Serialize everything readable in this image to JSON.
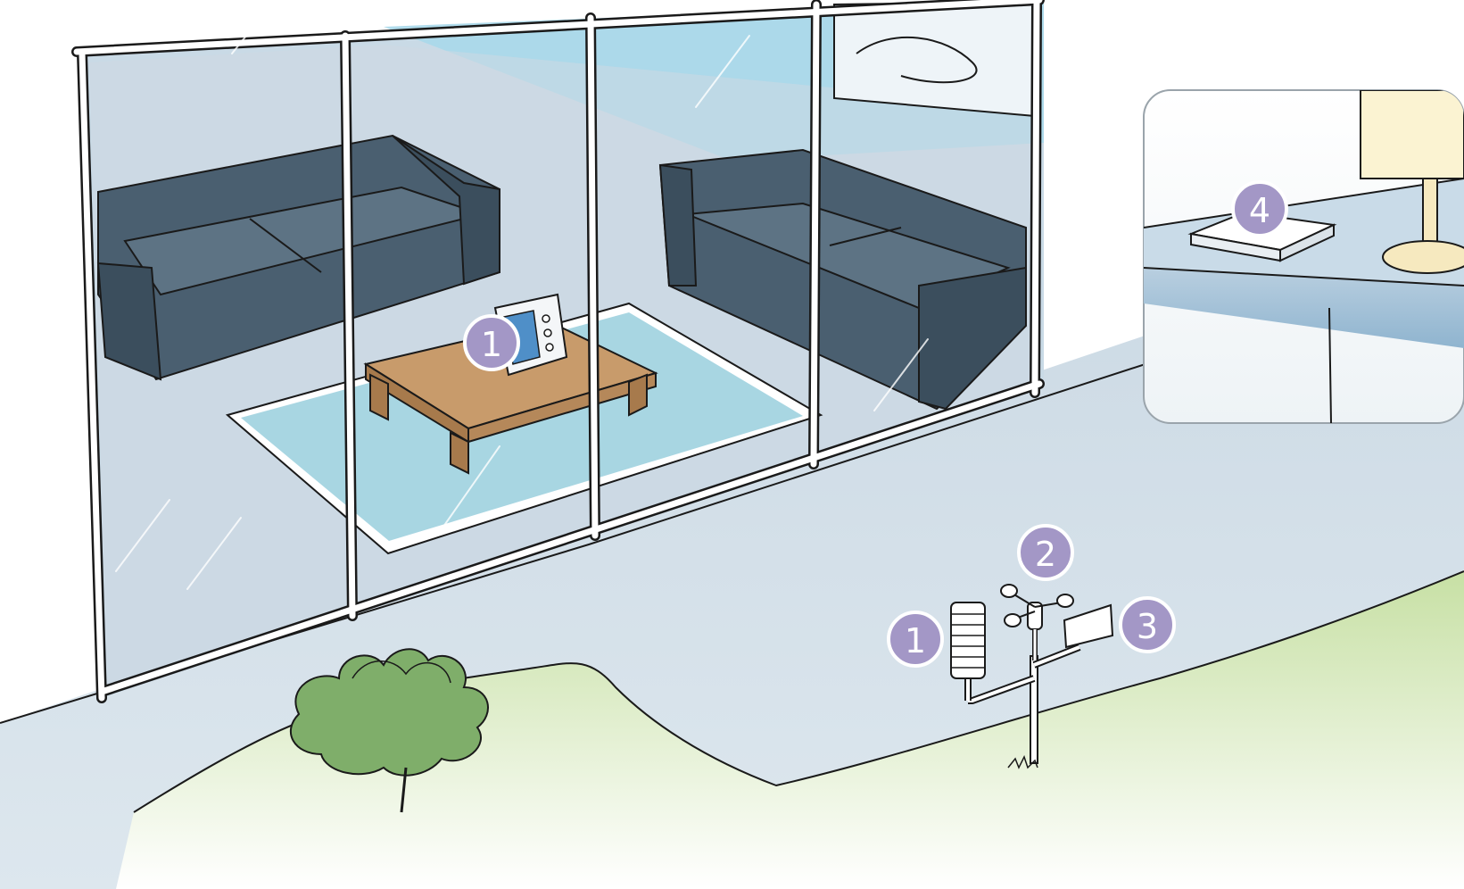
{
  "colors": {
    "marker": "#a397c6",
    "marker_text": "#ffffff",
    "glass": "#c9dae6",
    "sky": "#a9d8ea",
    "sofa": "#4a5f70",
    "table": "#c89b6b",
    "rug": "#a8d6e2",
    "lawn": "#c7e0a4",
    "ground": "#d5e1ea",
    "bush": "#7fae6a"
  },
  "markers": {
    "indoor_display": {
      "label": "1"
    },
    "rain_gauge": {
      "label": "1"
    },
    "anemometer": {
      "label": "2"
    },
    "solar_panel": {
      "label": "3"
    },
    "gateway": {
      "label": "4"
    }
  }
}
